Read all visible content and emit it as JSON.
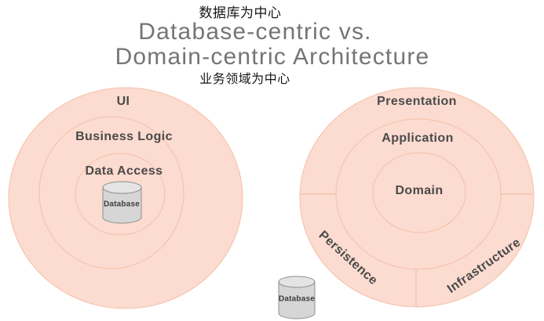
{
  "header": {
    "caption_top": "数据库为中心",
    "title_line1": "Database-centric vs.",
    "title_line2": "Domain-centric Architecture",
    "caption_bottom": "业务领域为中心"
  },
  "left_diagram": {
    "name": "database-centric rings",
    "rings": [
      {
        "label": "UI"
      },
      {
        "label": "Business Logic"
      },
      {
        "label": "Data Access"
      }
    ],
    "database_label": "Database"
  },
  "right_diagram": {
    "name": "domain-centric rings",
    "rings": [
      {
        "label": "Presentation"
      },
      {
        "label": "Application"
      },
      {
        "label": "Domain"
      }
    ],
    "outer_segments": [
      {
        "label": "Persistence"
      },
      {
        "label": "Infrastructure"
      }
    ],
    "database_label": "Database"
  },
  "icons": {
    "database": "cylinder"
  },
  "colors": {
    "ring_fill": "#fcdbd0",
    "ring_stroke": "#f4c0a6",
    "divider_stroke": "#eeb9a0",
    "cylinder_fill": "#d6d6d6",
    "cylinder_top_fill": "#e4e4e4",
    "cylinder_stroke": "#8f8f8f",
    "label_text": "#4a4a4a",
    "title_text": "#757575",
    "caption_text": "#161616"
  }
}
